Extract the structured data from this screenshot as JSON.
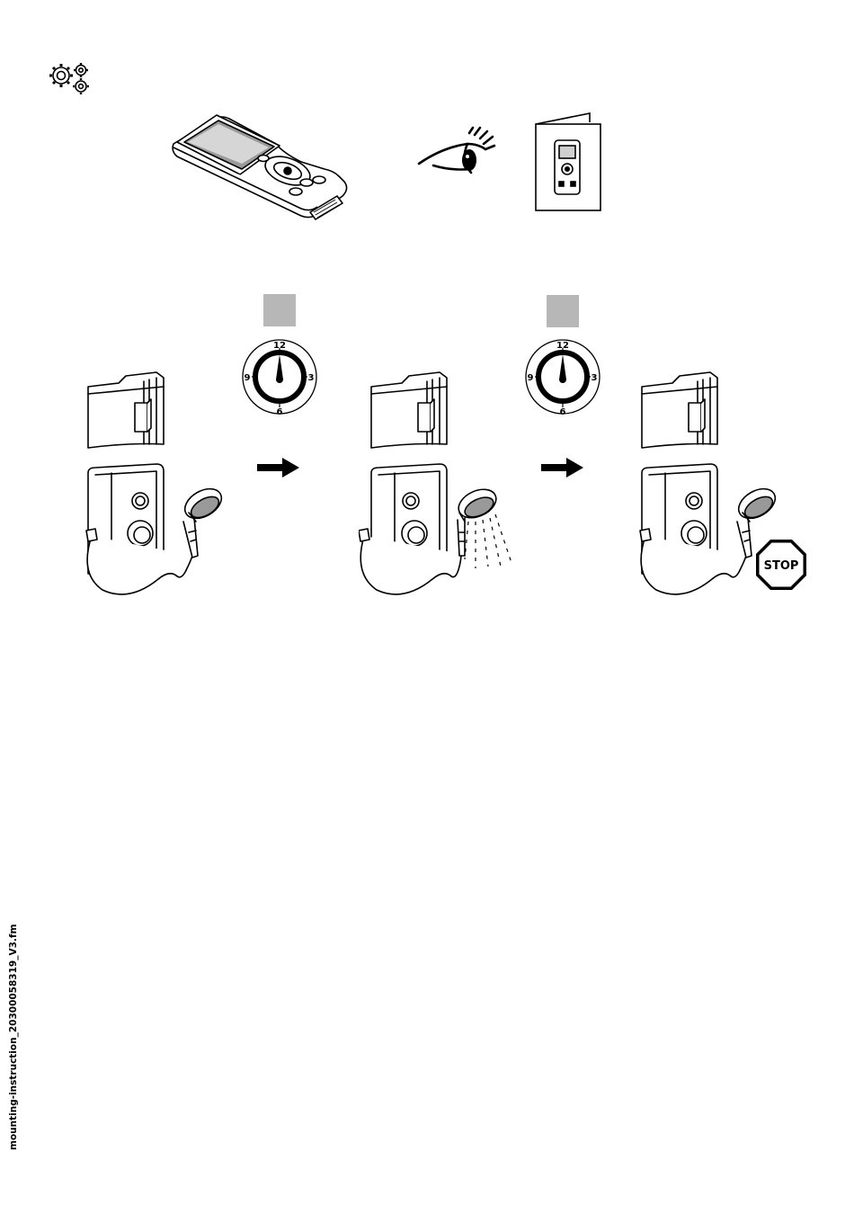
{
  "clock": {
    "top": "12",
    "right": "3",
    "bottom": "6",
    "left": "9"
  },
  "stop_sign": {
    "label": "STOP"
  },
  "footer": {
    "filename": "mounting-instruction_20300058319_V3.fm"
  }
}
